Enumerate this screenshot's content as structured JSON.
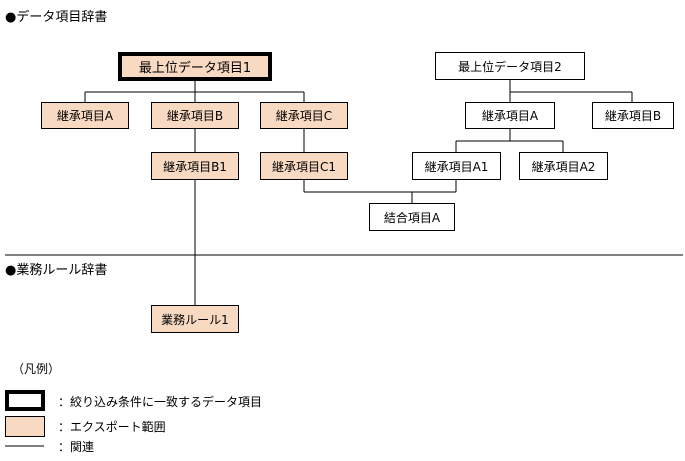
{
  "sections": {
    "data_dict": "●データ項目辞書",
    "rule_dict": "●業務ルール辞書"
  },
  "colors": {
    "export_fill": "#f8d9c2",
    "line": "#000000"
  },
  "nodes": {
    "top1": "最上位データ項目1",
    "top2": "最上位データ項目2",
    "t1_inhA": "継承項目A",
    "t1_inhB": "継承項目B",
    "t1_inhC": "継承項目C",
    "t1_inhB1": "継承項目B1",
    "t1_inhC1": "継承項目C1",
    "t2_inhA": "継承項目A",
    "t2_inhB": "継承項目B",
    "t2_inhA1": "継承項目A1",
    "t2_inhA2": "継承項目A2",
    "joinA": "結合項目A",
    "rule1": "業務ルール1"
  },
  "legend": {
    "title": "（凡例）",
    "selected": "：絞り込み条件に一致するデータ項目",
    "export": "：エクスポート範囲",
    "relation": "：関連"
  }
}
